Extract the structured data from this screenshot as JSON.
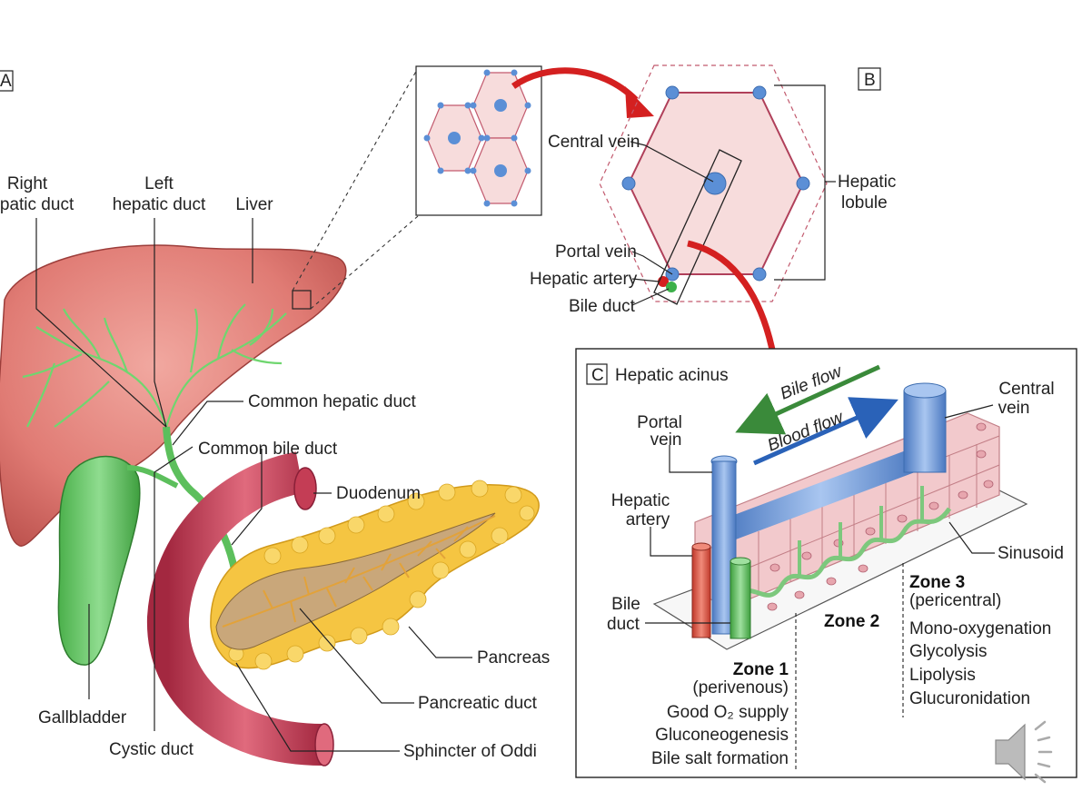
{
  "panel_a": {
    "letter": "A",
    "right_hepatic_duct": [
      "Right",
      "hepatic duct"
    ],
    "left_hepatic_duct": [
      "Left",
      "hepatic duct"
    ],
    "liver": "Liver",
    "common_hepatic_duct": "Common hepatic duct",
    "common_bile_duct": "Common bile duct",
    "duodenum": "Duodenum",
    "pancreas": "Pancreas",
    "pancreatic_duct": "Pancreatic duct",
    "sphincter_of_oddi": "Sphincter of Oddi",
    "gallbladder": "Gallbladder",
    "cystic_duct": "Cystic duct"
  },
  "panel_b": {
    "letter": "B",
    "central_vein": "Central vein",
    "hepatic_lobule": [
      "Hepatic",
      "lobule"
    ],
    "portal_vein": "Portal vein",
    "hepatic_artery": "Hepatic artery",
    "bile_duct": "Bile duct"
  },
  "panel_c": {
    "letter": "C",
    "title": "Hepatic acinus",
    "bile_flow": "Bile flow",
    "blood_flow": "Blood flow",
    "portal_vein": [
      "Portal",
      "vein"
    ],
    "central_vein": [
      "Central",
      "vein"
    ],
    "hepatic_artery": [
      "Hepatic",
      "artery"
    ],
    "bile_duct": [
      "Bile",
      "duct"
    ],
    "sinusoid": "Sinusoid",
    "zone1_title": "Zone 1",
    "zone1_sub": "(perivenous)",
    "zone1_items": [
      "Good O₂ supply",
      "Gluconeogenesis",
      "Bile salt formation"
    ],
    "zone2_title": "Zone 2",
    "zone3_title": "Zone 3",
    "zone3_sub": "(pericentral)",
    "zone3_items": [
      "Mono-oxygenation",
      "Glycolysis",
      "Lipolysis",
      "Glucuronidation"
    ]
  },
  "colors": {
    "liver": "#d9716d",
    "duct_green": "#6cc66c",
    "gallbladder": "#5cbf5c",
    "duodenum": "#c43d55",
    "pancreas": "#f5c542",
    "lobule_fill": "#f7dcdc",
    "lobule_edge": "#b0405a",
    "vein_blue": "#5b8fd6",
    "arrow_red": "#d42020",
    "bile_arrow": "#3a8a3a",
    "blood_arrow": "#2a62b8"
  },
  "icons": {
    "speaker": "speaker-icon"
  }
}
